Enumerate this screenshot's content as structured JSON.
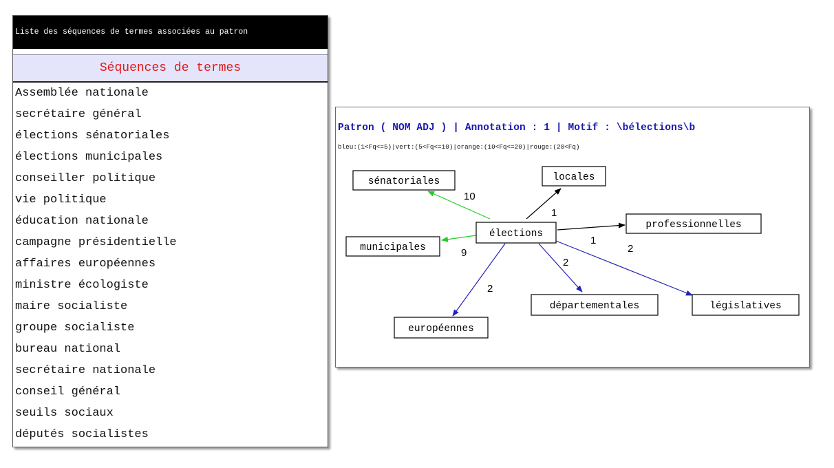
{
  "left_panel": {
    "title": "Liste des séquences de termes associées au patron",
    "header": "Séquences de termes",
    "terms": [
      "Assemblée nationale",
      "secrétaire général",
      "élections sénatoriales",
      "élections municipales",
      "conseiller politique",
      "vie politique",
      "éducation nationale",
      "campagne présidentielle",
      "affaires européennes",
      "ministre écologiste",
      "maire socialiste",
      "groupe socialiste",
      "bureau national",
      "secrétaire nationale",
      "conseil général",
      "seuils sociaux",
      "députés socialistes"
    ]
  },
  "graph_panel": {
    "title": "Patron ( NOM ADJ ) | Annotation : 1 | Motif : \\bélections\\b",
    "legend": "bleu:(1<Fq<=5)|vert:(5<Fq<=10)|orange:(10<Fq<=20)|rouge:(20<Fq)",
    "colors": {
      "green": "#22cc22",
      "blue": "#2222bb",
      "black": "#000000"
    },
    "center": "élections",
    "nodes": [
      {
        "label": "sénatoriales",
        "count": "10",
        "color": "green"
      },
      {
        "label": "locales",
        "count": "1",
        "color": "black"
      },
      {
        "label": "professionnelles",
        "count": "1",
        "color": "black"
      },
      {
        "label": "municipales",
        "count": "9",
        "color": "green"
      },
      {
        "label": "législatives",
        "count": "2",
        "color": "blue"
      },
      {
        "label": "départementales",
        "count": "2",
        "color": "blue"
      },
      {
        "label": "européennes",
        "count": "2",
        "color": "blue"
      }
    ]
  }
}
